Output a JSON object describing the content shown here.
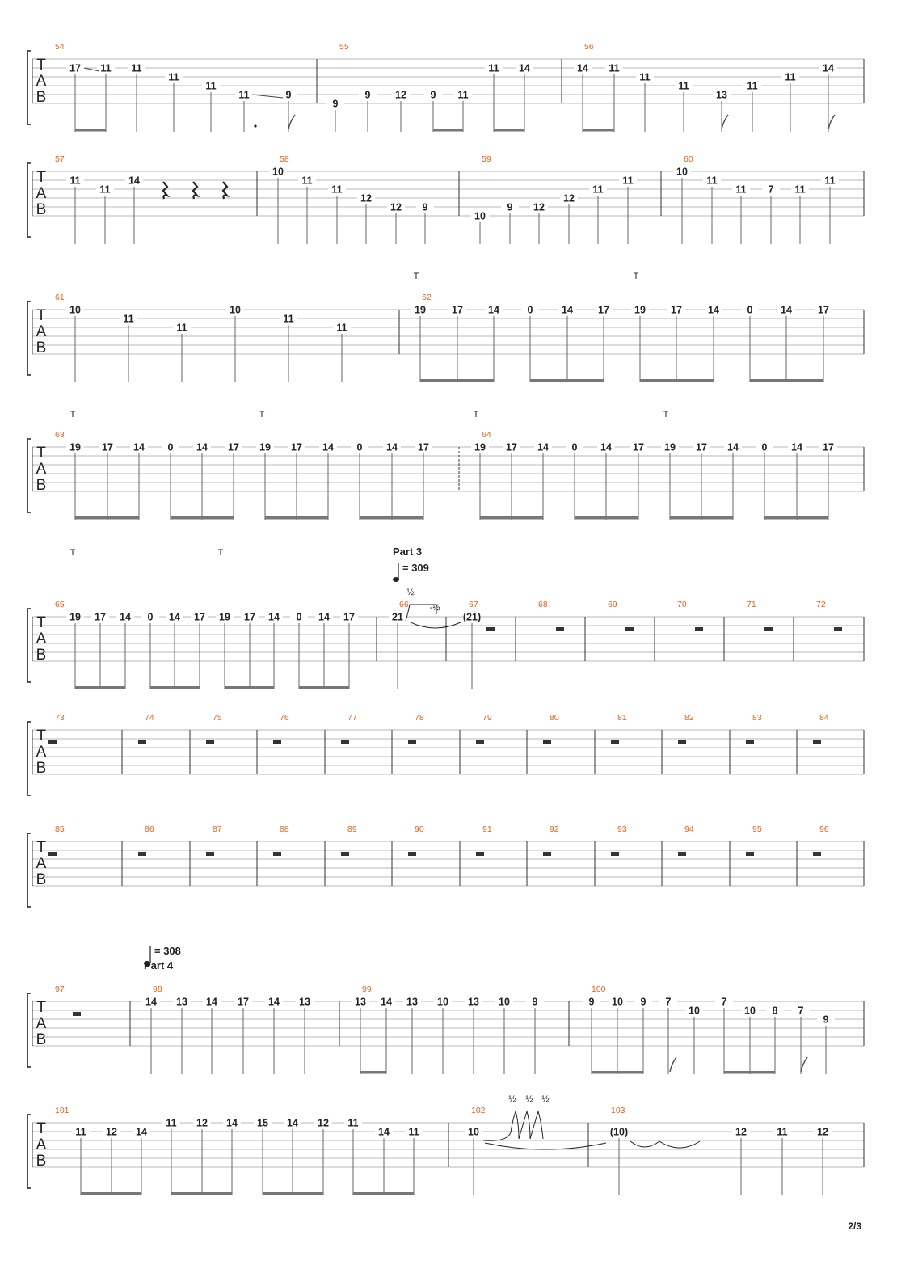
{
  "page_number": "2/3",
  "clef": [
    "T",
    "A",
    "B"
  ],
  "systems": [
    {
      "measures": [
        {
          "number": "54",
          "notes": [
            {
              "fret": "17",
              "string": 1
            },
            {
              "fret": "11",
              "string": 1
            },
            {
              "fret": "11",
              "string": 1
            },
            {
              "fret": "11",
              "string": 2
            },
            {
              "fret": "11",
              "string": 3
            },
            {
              "fret": "11",
              "string": 4
            },
            {
              "fret": "9",
              "string": 4
            }
          ]
        },
        {
          "number": "55",
          "notes": [
            {
              "fret": "9",
              "string": 5
            },
            {
              "fret": "9",
              "string": 4
            },
            {
              "fret": "12",
              "string": 4
            },
            {
              "fret": "9",
              "string": 4
            },
            {
              "fret": "11",
              "string": 4
            },
            {
              "fret": "11",
              "string": 1
            },
            {
              "fret": "14",
              "string": 1
            }
          ]
        },
        {
          "number": "56",
          "notes": [
            {
              "fret": "14",
              "string": 1
            },
            {
              "fret": "11",
              "string": 1
            },
            {
              "fret": "11",
              "string": 2
            },
            {
              "fret": "11",
              "string": 3
            },
            {
              "fret": "13",
              "string": 4
            },
            {
              "fret": "11",
              "string": 3
            },
            {
              "fret": "11",
              "string": 2
            },
            {
              "fret": "14",
              "string": 1
            }
          ]
        }
      ]
    },
    {
      "measures": [
        {
          "number": "57",
          "notes": [
            {
              "fret": "11",
              "string": 1
            },
            {
              "fret": "11",
              "string": 2
            },
            {
              "fret": "14",
              "string": 1
            }
          ]
        },
        {
          "number": "58",
          "notes": [
            {
              "fret": "10",
              "string": 0
            },
            {
              "fret": "11",
              "string": 1
            },
            {
              "fret": "11",
              "string": 2
            },
            {
              "fret": "12",
              "string": 3
            },
            {
              "fret": "12",
              "string": 4
            },
            {
              "fret": "9",
              "string": 4
            }
          ]
        },
        {
          "number": "59",
          "notes": [
            {
              "fret": "10",
              "string": 5
            },
            {
              "fret": "9",
              "string": 4
            },
            {
              "fret": "12",
              "string": 4
            },
            {
              "fret": "12",
              "string": 3
            },
            {
              "fret": "11",
              "string": 2
            },
            {
              "fret": "11",
              "string": 1
            }
          ]
        },
        {
          "number": "60",
          "notes": [
            {
              "fret": "10",
              "string": 0
            },
            {
              "fret": "11",
              "string": 1
            },
            {
              "fret": "11",
              "string": 2
            },
            {
              "fret": "7",
              "string": 2
            },
            {
              "fret": "11",
              "string": 2
            },
            {
              "fret": "11",
              "string": 1
            }
          ]
        }
      ]
    },
    {
      "measures": [
        {
          "number": "61",
          "notes": [
            {
              "fret": "10",
              "string": 0
            },
            {
              "fret": "11",
              "string": 1
            },
            {
              "fret": "11",
              "string": 2
            },
            {
              "fret": "10",
              "string": 0
            },
            {
              "fret": "11",
              "string": 1
            },
            {
              "fret": "11",
              "string": 2
            }
          ]
        },
        {
          "number": "62",
          "notes": [
            {
              "fret": "19",
              "string": 0
            },
            {
              "fret": "17",
              "string": 0
            },
            {
              "fret": "14",
              "string": 0
            },
            {
              "fret": "0",
              "string": 0
            },
            {
              "fret": "14",
              "string": 0
            },
            {
              "fret": "17",
              "string": 0
            },
            {
              "fret": "19",
              "string": 0
            },
            {
              "fret": "17",
              "string": 0
            },
            {
              "fret": "14",
              "string": 0
            },
            {
              "fret": "0",
              "string": 0
            },
            {
              "fret": "14",
              "string": 0
            },
            {
              "fret": "17",
              "string": 0
            }
          ]
        }
      ]
    },
    {
      "measures": [
        {
          "number": "63",
          "notes": [
            {
              "fret": "19",
              "string": 0
            },
            {
              "fret": "17",
              "string": 0
            },
            {
              "fret": "14",
              "string": 0
            },
            {
              "fret": "0",
              "string": 0
            },
            {
              "fret": "14",
              "string": 0
            },
            {
              "fret": "17",
              "string": 0
            },
            {
              "fret": "19",
              "string": 0
            },
            {
              "fret": "17",
              "string": 0
            },
            {
              "fret": "14",
              "string": 0
            },
            {
              "fret": "0",
              "string": 0
            },
            {
              "fret": "14",
              "string": 0
            },
            {
              "fret": "17",
              "string": 0
            }
          ]
        },
        {
          "number": "64",
          "notes": [
            {
              "fret": "19",
              "string": 0
            },
            {
              "fret": "17",
              "string": 0
            },
            {
              "fret": "14",
              "string": 0
            },
            {
              "fret": "0",
              "string": 0
            },
            {
              "fret": "14",
              "string": 0
            },
            {
              "fret": "17",
              "string": 0
            },
            {
              "fret": "19",
              "string": 0
            },
            {
              "fret": "17",
              "string": 0
            },
            {
              "fret": "14",
              "string": 0
            },
            {
              "fret": "0",
              "string": 0
            },
            {
              "fret": "14",
              "string": 0
            },
            {
              "fret": "17",
              "string": 0
            }
          ]
        }
      ]
    },
    {
      "measures": [
        {
          "number": "65",
          "notes": [
            {
              "fret": "19",
              "string": 0
            },
            {
              "fret": "17",
              "string": 0
            },
            {
              "fret": "14",
              "string": 0
            },
            {
              "fret": "0",
              "string": 0
            },
            {
              "fret": "14",
              "string": 0
            },
            {
              "fret": "17",
              "string": 0
            },
            {
              "fret": "19",
              "string": 0
            },
            {
              "fret": "17",
              "string": 0
            },
            {
              "fret": "14",
              "string": 0
            },
            {
              "fret": "0",
              "string": 0
            },
            {
              "fret": "14",
              "string": 0
            },
            {
              "fret": "17",
              "string": 0
            }
          ]
        },
        {
          "number": "66",
          "notes": [
            {
              "fret": "21",
              "string": 0
            }
          ]
        },
        {
          "number": "67",
          "notes": [
            {
              "fret": "(21)",
              "string": 0
            }
          ]
        },
        {
          "number": "68",
          "notes": []
        },
        {
          "number": "69",
          "notes": []
        },
        {
          "number": "70",
          "notes": []
        },
        {
          "number": "71",
          "notes": []
        },
        {
          "number": "72",
          "notes": []
        }
      ]
    },
    {
      "measures": [
        {
          "number": "73",
          "notes": []
        },
        {
          "number": "74",
          "notes": []
        },
        {
          "number": "75",
          "notes": []
        },
        {
          "number": "76",
          "notes": []
        },
        {
          "number": "77",
          "notes": []
        },
        {
          "number": "78",
          "notes": []
        },
        {
          "number": "79",
          "notes": []
        },
        {
          "number": "80",
          "notes": []
        },
        {
          "number": "81",
          "notes": []
        },
        {
          "number": "82",
          "notes": []
        },
        {
          "number": "83",
          "notes": []
        },
        {
          "number": "84",
          "notes": []
        }
      ]
    },
    {
      "measures": [
        {
          "number": "85",
          "notes": []
        },
        {
          "number": "86",
          "notes": []
        },
        {
          "number": "87",
          "notes": []
        },
        {
          "number": "88",
          "notes": []
        },
        {
          "number": "89",
          "notes": []
        },
        {
          "number": "90",
          "notes": []
        },
        {
          "number": "91",
          "notes": []
        },
        {
          "number": "92",
          "notes": []
        },
        {
          "number": "93",
          "notes": []
        },
        {
          "number": "94",
          "notes": []
        },
        {
          "number": "95",
          "notes": []
        },
        {
          "number": "96",
          "notes": []
        }
      ]
    },
    {
      "measures": [
        {
          "number": "97",
          "notes": []
        },
        {
          "number": "98",
          "notes": [
            {
              "fret": "14",
              "string": 0
            },
            {
              "fret": "13",
              "string": 0
            },
            {
              "fret": "14",
              "string": 0
            },
            {
              "fret": "17",
              "string": 0
            },
            {
              "fret": "14",
              "string": 0
            },
            {
              "fret": "13",
              "string": 0
            }
          ]
        },
        {
          "number": "99",
          "notes": [
            {
              "fret": "13",
              "string": 0
            },
            {
              "fret": "14",
              "string": 0
            },
            {
              "fret": "13",
              "string": 0
            },
            {
              "fret": "10",
              "string": 0
            },
            {
              "fret": "13",
              "string": 0
            },
            {
              "fret": "10",
              "string": 0
            },
            {
              "fret": "9",
              "string": 0
            }
          ]
        },
        {
          "number": "100",
          "notes": [
            {
              "fret": "9",
              "string": 0
            },
            {
              "fret": "10",
              "string": 0
            },
            {
              "fret": "9",
              "string": 0
            },
            {
              "fret": "7",
              "string": 0
            },
            {
              "fret": "10",
              "string": 1
            },
            {
              "fret": "7",
              "string": 0
            },
            {
              "fret": "10",
              "string": 1
            },
            {
              "fret": "8",
              "string": 1
            },
            {
              "fret": "7",
              "string": 1
            },
            {
              "fret": "9",
              "string": 2
            }
          ]
        }
      ]
    },
    {
      "measures": [
        {
          "number": "101",
          "notes": [
            {
              "fret": "11",
              "string": 1
            },
            {
              "fret": "12",
              "string": 1
            },
            {
              "fret": "14",
              "string": 1
            },
            {
              "fret": "11",
              "string": 0
            },
            {
              "fret": "12",
              "string": 0
            },
            {
              "fret": "14",
              "string": 0
            },
            {
              "fret": "15",
              "string": 0
            },
            {
              "fret": "14",
              "string": 0
            },
            {
              "fret": "12",
              "string": 0
            },
            {
              "fret": "11",
              "string": 0
            },
            {
              "fret": "14",
              "string": 1
            },
            {
              "fret": "11",
              "string": 1
            }
          ]
        },
        {
          "number": "102",
          "notes": [
            {
              "fret": "10",
              "string": 1
            }
          ]
        },
        {
          "number": "103",
          "notes": [
            {
              "fret": "(10)",
              "string": 1
            },
            {
              "fret": "12",
              "string": 1
            },
            {
              "fret": "11",
              "string": 1
            },
            {
              "fret": "12",
              "string": 1
            }
          ]
        }
      ]
    }
  ],
  "annotations": {
    "tap": "T",
    "part3": "Part 3",
    "part3_tempo": "= 309",
    "part4": "Part 4",
    "part4_tempo": "= 308",
    "half": "½",
    "half_release": "-½"
  }
}
